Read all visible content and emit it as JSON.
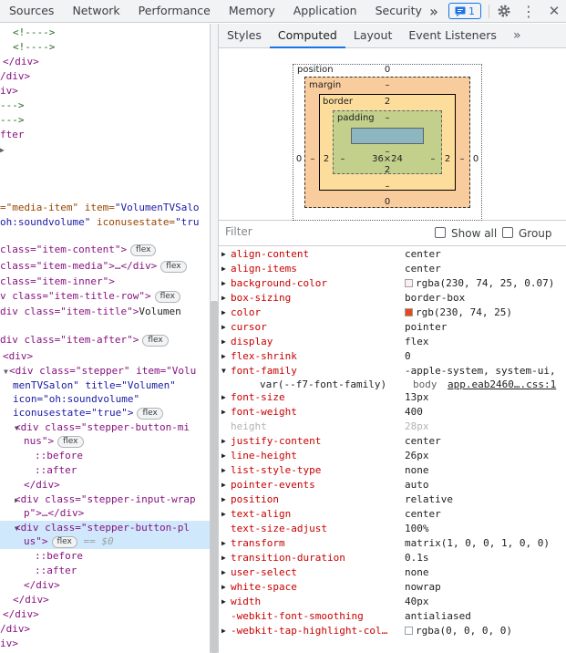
{
  "top_tabs": [
    "Sources",
    "Network",
    "Performance",
    "Memory",
    "Application",
    "Security"
  ],
  "top_more": "»",
  "issues_count": "1",
  "close_glyph": "✕",
  "menu_glyph": "⋮",
  "sub_tabs": [
    "Styles",
    "Computed",
    "Layout",
    "Event Listeners",
    "»"
  ],
  "active_sub_tab": "Computed",
  "box_model": {
    "position_label": "position",
    "position_top": "0",
    "position_left": "0",
    "position_right": "0",
    "position_bottom": "0",
    "margin_label": "margin",
    "margin_top": "–",
    "margin_left": "–",
    "margin_right": "–",
    "margin_bottom": "–",
    "border_label": "border",
    "border_top": "2",
    "border_left": "2",
    "border_right": "2",
    "border_bottom": "2",
    "padding_label": "padding",
    "padding_top": "–",
    "padding_left": "–",
    "padding_right": "–",
    "padding_bottom": "–",
    "content": "36×24"
  },
  "filter": {
    "placeholder": "Filter",
    "show_all_label": "Show all",
    "group_label": "Group"
  },
  "dom": {
    "l1": "<!---->",
    "l2": "<!---->",
    "l3": "</div>",
    "l4": "/div>",
    "l5": "iv>",
    "l6": "--->",
    "l7": "--->",
    "l8": "fter",
    "media_attr": "=\"media-item\"",
    "media_item_attr": " item=",
    "media_item_val": "\"VolumenTVSalo",
    "media_l2a": "oh:soundvolume\"",
    "media_l2b": " iconusestate=",
    "media_l2c": "\"tru",
    "content_cls": "class=\"item-content\">",
    "media_cls": "class=\"item-media\">…</div>",
    "inner_cls": "class=\"item-inner\">",
    "title_row": "v class=\"item-title-row\">",
    "title_div": "div class=\"item-title\">",
    "title_text": "Volumen",
    "after_div": "div class=\"item-after\">",
    "div_open": "<div>",
    "stepper_a": "<div class=\"stepper\" item=\"Volu",
    "stepper_b": "menTVSalon\" title=\"Volumen\"",
    "stepper_c": "icon=\"oh:soundvolume\"",
    "stepper_d": "iconusestate=\"true\">",
    "minus_a": "<div class=\"stepper-button-mi",
    "minus_b": "nus\">",
    "before": "::before",
    "after": "::after",
    "close_div": "</div>",
    "input_a": "<div class=\"stepper-input-wrap",
    "input_b": "p\">…</div>",
    "plus_a": "<div class=\"stepper-button-pl",
    "plus_b": "us\">",
    "eq0": "== $0",
    "flex": "flex"
  },
  "properties": [
    {
      "name": "align-content",
      "value": "center",
      "expand": "right"
    },
    {
      "name": "align-items",
      "value": "center",
      "expand": "right"
    },
    {
      "name": "background-color",
      "value": "rgba(230, 74, 25, 0.07)",
      "expand": "right",
      "swatch": "#fdf0ec"
    },
    {
      "name": "box-sizing",
      "value": "border-box",
      "expand": "right"
    },
    {
      "name": "color",
      "value": "rgb(230, 74, 25)",
      "expand": "right",
      "swatch": "#e64a19"
    },
    {
      "name": "cursor",
      "value": "pointer",
      "expand": "right"
    },
    {
      "name": "display",
      "value": "flex",
      "expand": "right"
    },
    {
      "name": "flex-shrink",
      "value": "0",
      "expand": "right"
    },
    {
      "name": "font-family",
      "value": "-apple-system, system-ui,",
      "expand": "down"
    },
    {
      "name": "font-size",
      "value": "13px",
      "expand": "right"
    },
    {
      "name": "font-weight",
      "value": "400",
      "expand": "right"
    },
    {
      "name": "height",
      "value": "28px",
      "expand": "none",
      "inherited": true
    },
    {
      "name": "justify-content",
      "value": "center",
      "expand": "right"
    },
    {
      "name": "line-height",
      "value": "26px",
      "expand": "right"
    },
    {
      "name": "list-style-type",
      "value": "none",
      "expand": "right"
    },
    {
      "name": "pointer-events",
      "value": "auto",
      "expand": "right"
    },
    {
      "name": "position",
      "value": "relative",
      "expand": "right"
    },
    {
      "name": "text-align",
      "value": "center",
      "expand": "right"
    },
    {
      "name": "text-size-adjust",
      "value": "100%",
      "expand": "none"
    },
    {
      "name": "transform",
      "value": "matrix(1, 0, 0, 1, 0, 0)",
      "expand": "right"
    },
    {
      "name": "transition-duration",
      "value": "0.1s",
      "expand": "right"
    },
    {
      "name": "user-select",
      "value": "none",
      "expand": "right"
    },
    {
      "name": "white-space",
      "value": "nowrap",
      "expand": "right"
    },
    {
      "name": "width",
      "value": "40px",
      "expand": "right"
    },
    {
      "name": "-webkit-font-smoothing",
      "value": "antialiased",
      "expand": "none"
    },
    {
      "name": "-webkit-tap-highlight-col…",
      "value": "rgba(0, 0, 0, 0)",
      "expand": "right",
      "swatch": "#ffffff"
    }
  ],
  "font_family_detail": {
    "value": "var(--f7-font-family)",
    "selector": "body",
    "source": "app.eab2460….css:1"
  }
}
